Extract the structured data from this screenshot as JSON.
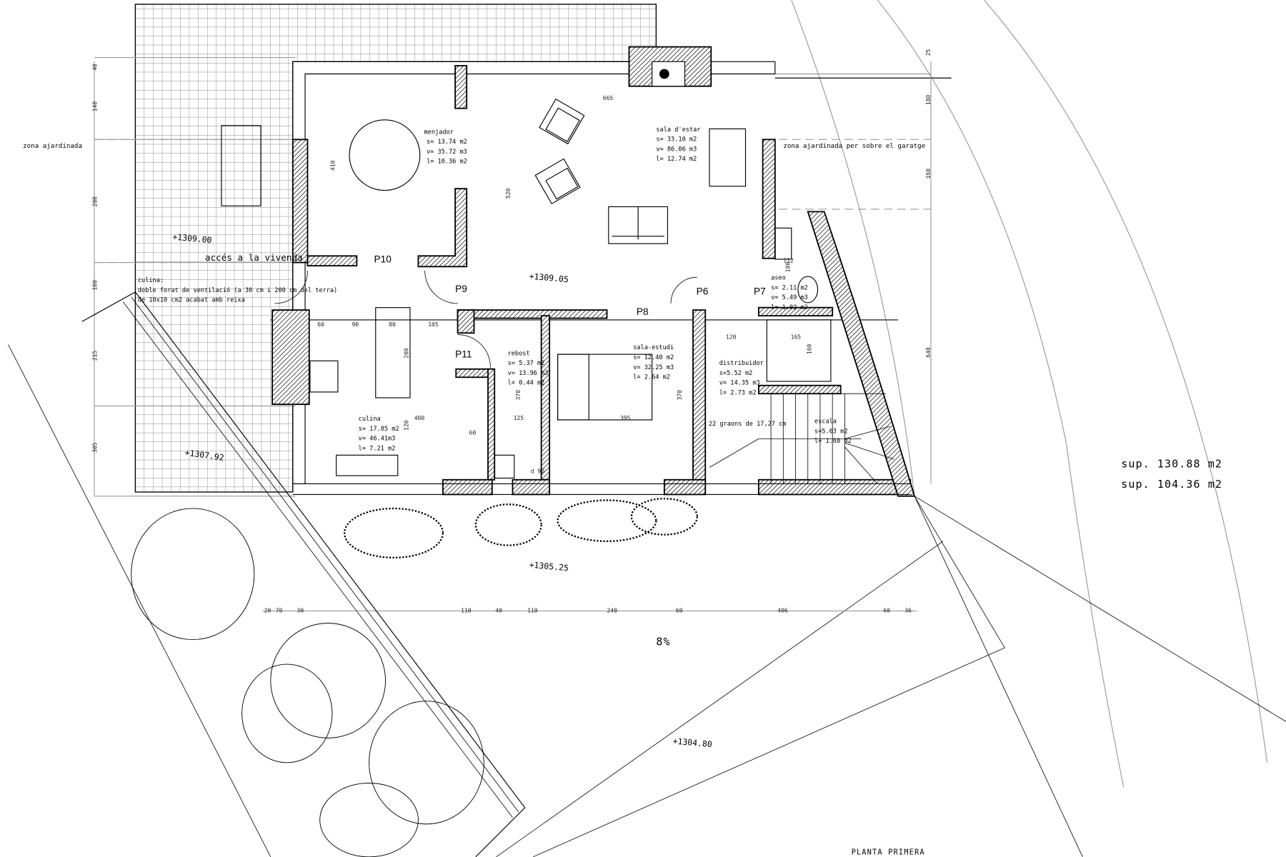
{
  "title": "PLANTA PRIMERA",
  "surfaces": [
    "sup. 130.88  m2",
    "sup. 104.36  m2"
  ],
  "slope": "8%",
  "labels": {
    "garden": "zona ajardinada",
    "garden_garage": "zona ajardinada per sobre el garatge",
    "access": "accés a la vivenda",
    "kitchen_note": [
      "culina:",
      "doble forat de ventilació (a 30 cm i 200 cm del terra)",
      "de 10x10 cm2 acabat amb reixa"
    ],
    "stairs_note": "22 graons de 17,27 cm"
  },
  "levels": [
    "+1309.00",
    "+1309.05",
    "+1307.92",
    "+1305.25",
    "+1304.80"
  ],
  "rooms": [
    {
      "name": "menjador",
      "lines": [
        "s= 13.74 m2",
        "v= 35.72 m3",
        "l= 10.36 m2"
      ]
    },
    {
      "name": "sala d'estar",
      "lines": [
        "s= 33.10 m2",
        "v= 86.06 m3",
        "l= 12.74 m2"
      ]
    },
    {
      "name": "sala-estudi",
      "lines": [
        "s= 12.40 m2",
        "v= 32.25 m3",
        "l= 2.64 m2"
      ]
    },
    {
      "name": "rebost",
      "lines": [
        "s= 5.37 m2",
        "v= 13.96 m3",
        "l= 0.44 m2"
      ]
    },
    {
      "name": "culina",
      "lines": [
        "s= 17.85 m2",
        "v= 46.41m3",
        "l= 7.21 m2"
      ]
    },
    {
      "name": "aseo",
      "lines": [
        "s= 2.11 m2",
        "v= 5.49 m3",
        "l= 1.02 m2"
      ]
    },
    {
      "name": "distribuidor",
      "lines": [
        "s=5.52 m2",
        "v= 14.35 m3",
        "l= 2.73 m2"
      ]
    },
    {
      "name": "escala",
      "lines": [
        "s=5.63 m2",
        "l= 1.68 m2"
      ]
    }
  ],
  "doors": [
    "P10",
    "P9",
    "P11",
    "P8",
    "P6",
    "P7"
  ],
  "dimensions": {
    "bottom": [
      "20",
      "70",
      "30",
      "110",
      "40",
      "110",
      "240",
      "60",
      "406",
      "60",
      "36"
    ],
    "left": [
      "40",
      "140",
      "280",
      "100",
      "215",
      "305"
    ],
    "right": [
      "25",
      "180",
      "160",
      "640"
    ],
    "inner": [
      "665",
      "520",
      "410",
      "60",
      "90",
      "80",
      "105",
      "200",
      "400",
      "120",
      "60",
      "370",
      "125",
      "395",
      "370",
      "120",
      "165",
      "160",
      "180",
      "112",
      "d 90"
    ]
  }
}
